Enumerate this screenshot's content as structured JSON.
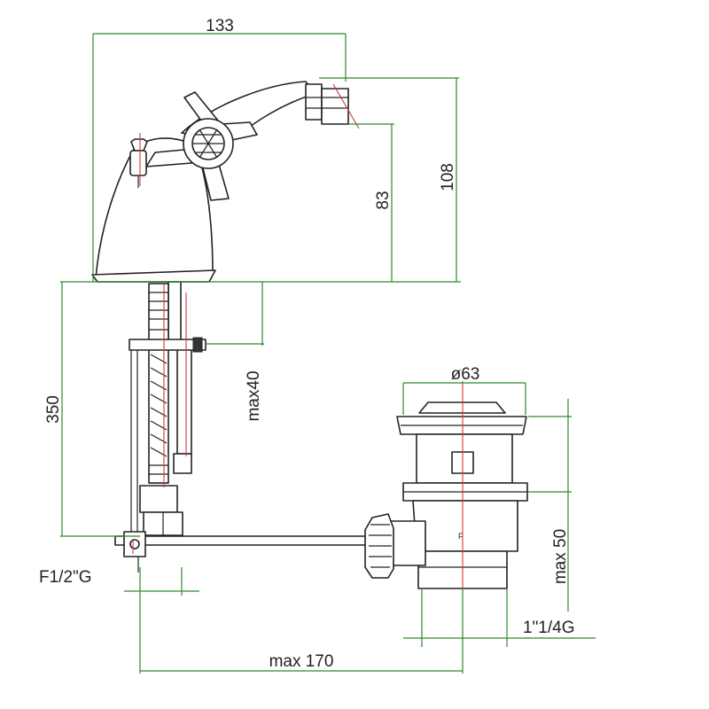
{
  "labels": {
    "width_133": "133",
    "height_108": "108",
    "height_83": "83",
    "length_350": "350",
    "max_40": "max40",
    "diameter_63": "ø63",
    "max_50": "max 50",
    "thread_f12": "F1/2\"G",
    "thread_114": "1\"1/4G",
    "max_170": "max  170"
  },
  "marks": {
    "drain_letter": "F"
  },
  "colors": {
    "object_line": "#222222",
    "dimension_line": "#2c8a2c",
    "centre_line": "#d23a3a"
  }
}
